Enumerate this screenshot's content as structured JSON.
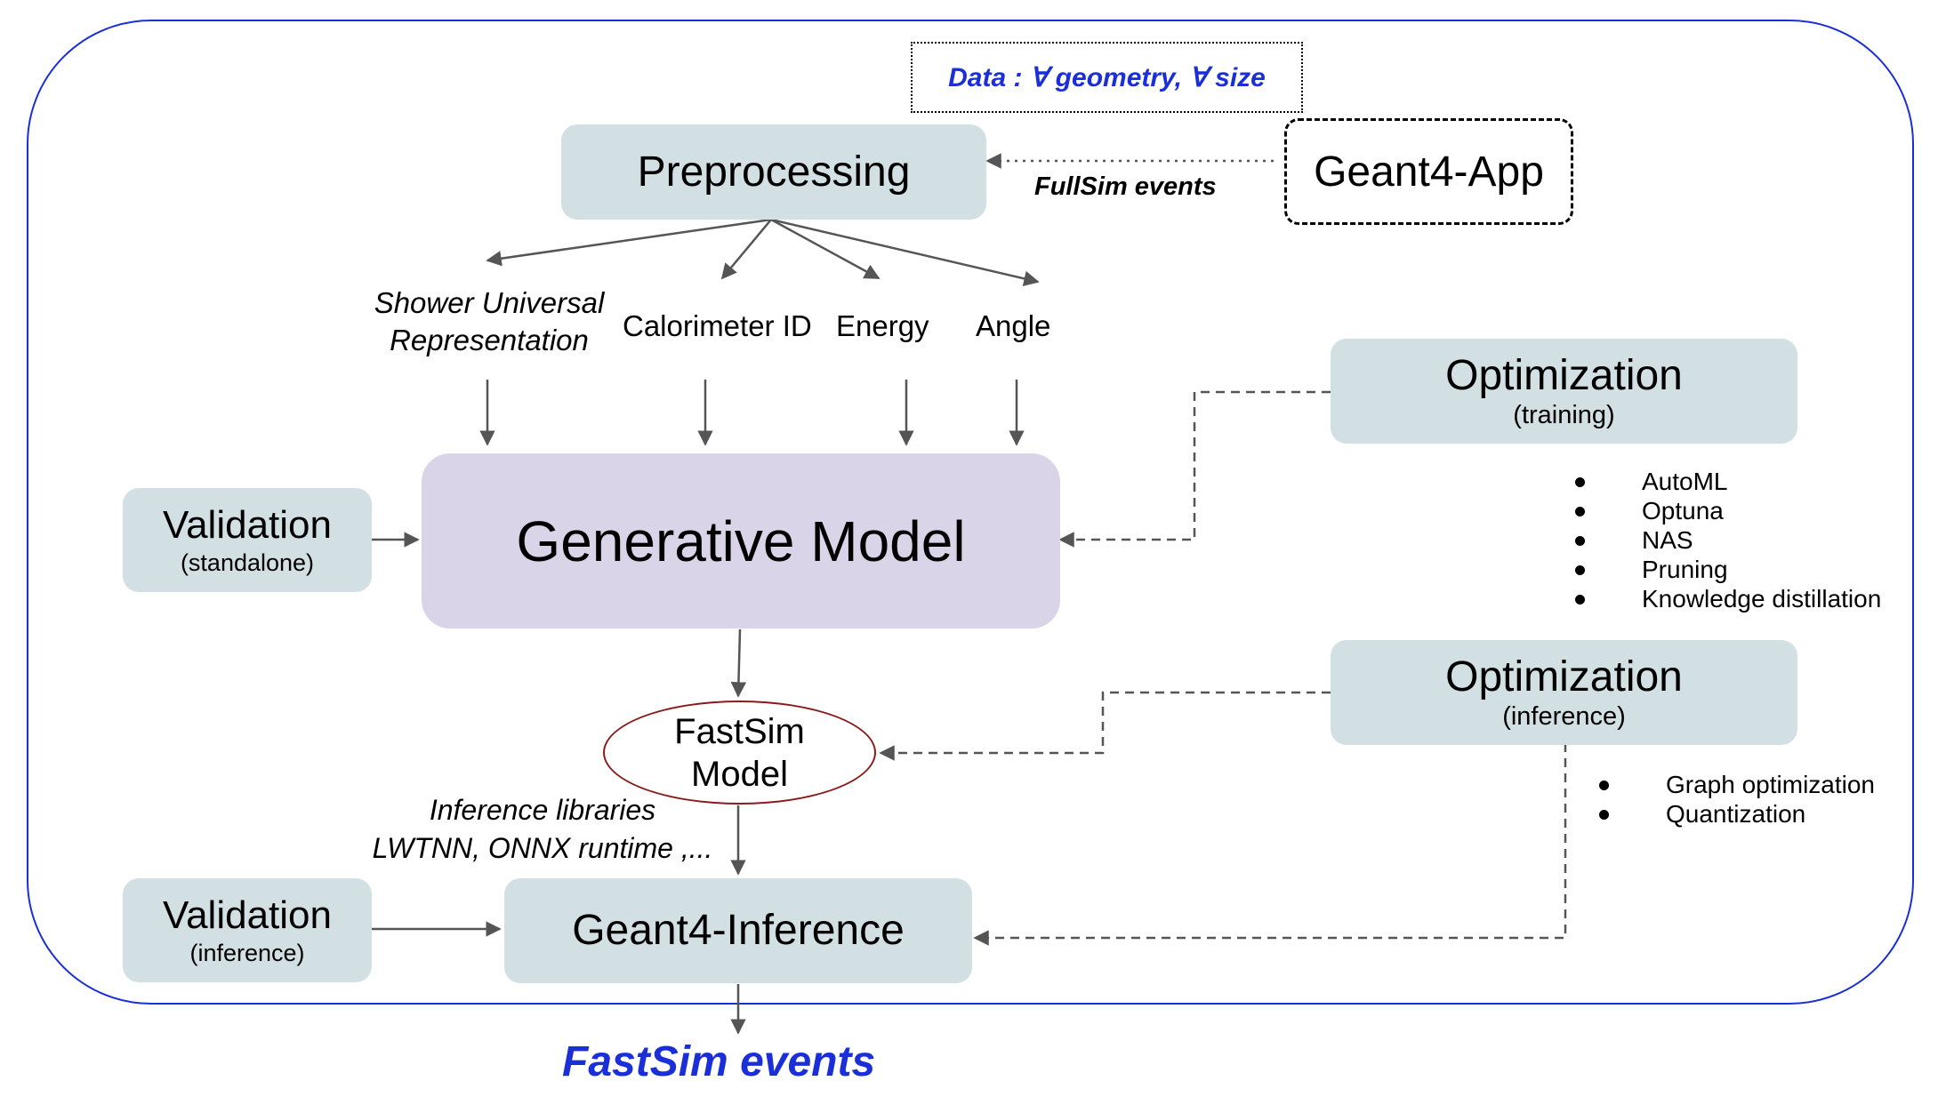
{
  "data_note": "Data : ∀ geometry, ∀ size",
  "nodes": {
    "preprocessing": "Preprocessing",
    "geant4_app": "Geant4-App",
    "generative_model": "Generative Model",
    "fastsim_model_line1": "FastSim",
    "fastsim_model_line2": "Model",
    "geant4_inference": "Geant4-Inference",
    "validation_standalone": {
      "title": "Validation",
      "subtitle": "(standalone)"
    },
    "validation_inference": {
      "title": "Validation",
      "subtitle": "(inference)"
    },
    "optimization_training": {
      "title": "Optimization",
      "subtitle": "(training)"
    },
    "optimization_inference": {
      "title": "Optimization",
      "subtitle": "(inference)"
    }
  },
  "edge_labels": {
    "fullsim_events": "FullSim events",
    "inference_libraries_line1": "Inference libraries",
    "inference_libraries_line2": "LWTNN, ONNX runtime ,..."
  },
  "features": {
    "shower_line1": "Shower Universal",
    "shower_line2": "Representation",
    "calorimeter_id": "Calorimeter ID",
    "energy": "Energy",
    "angle": "Angle"
  },
  "training_methods": [
    "AutoML",
    "Optuna",
    "NAS",
    "Pruning",
    "Knowledge distillation"
  ],
  "inference_methods": [
    "Graph optimization",
    "Quantization"
  ],
  "output": "FastSim events",
  "colors": {
    "frame": "#1a2fd8",
    "box_fill": "#d3e0e3",
    "generative_fill": "#d9d4e8",
    "ellipse_border": "#8b1a1a",
    "accent_text": "#1a2fd8",
    "arrow": "#555555"
  }
}
